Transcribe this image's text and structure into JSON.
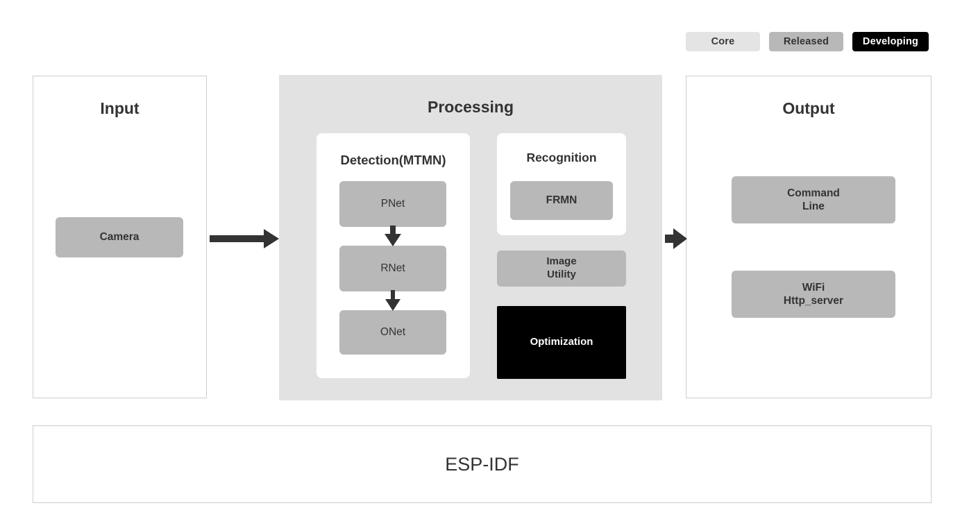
{
  "legend": {
    "items": [
      {
        "label": "Core",
        "color": "#e4e4e4",
        "text_color": "#3a3a3a"
      },
      {
        "label": "Released",
        "color": "#b8b8b8",
        "text_color": "#333333"
      },
      {
        "label": "Developing",
        "color": "#000000",
        "text_color": "#ffffff"
      }
    ]
  },
  "input": {
    "title": "Input",
    "nodes": [
      {
        "label": "Camera",
        "category": "Released"
      }
    ]
  },
  "processing": {
    "title": "Processing",
    "detection": {
      "title": "Detection(MTMN)",
      "nodes": [
        {
          "label": "PNet",
          "category": "Released"
        },
        {
          "label": "RNet",
          "category": "Released"
        },
        {
          "label": "ONet",
          "category": "Released"
        }
      ]
    },
    "recognition": {
      "title": "Recognition",
      "nodes": [
        {
          "label": "FRMN",
          "category": "Released"
        }
      ]
    },
    "extra_nodes": [
      {
        "label": "Image\nUtility",
        "category": "Released"
      },
      {
        "label": "Optimization",
        "category": "Developing"
      }
    ]
  },
  "output": {
    "title": "Output",
    "nodes": [
      {
        "label": "Command\nLine",
        "category": "Released"
      },
      {
        "label": "WiFi\nHttp_server",
        "category": "Released"
      }
    ]
  },
  "footer": {
    "title": "ESP-IDF"
  },
  "arrows": [
    {
      "name": "input-to-processing",
      "direction": "right"
    },
    {
      "name": "processing-to-output",
      "direction": "right"
    },
    {
      "name": "pnet-to-rnet",
      "direction": "down"
    },
    {
      "name": "rnet-to-onet",
      "direction": "down"
    }
  ],
  "colors": {
    "core": "#e4e4e4",
    "released": "#b8b8b8",
    "developing": "#000000",
    "panel_border": "#cccccc",
    "processing_bg": "#e2e2e2",
    "text": "#333333",
    "arrow": "#333333"
  }
}
